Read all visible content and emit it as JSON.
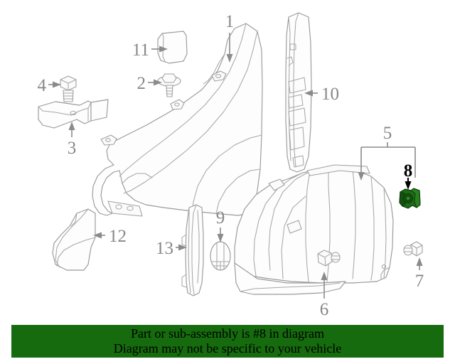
{
  "diagram": {
    "title": "Front fender and liner exploded parts diagram",
    "highlight_color": "#1d6b16",
    "line_color": "#9b9a99",
    "callout_color": "#888786",
    "callouts": [
      {
        "id": "1",
        "label": "1",
        "part": "front-fender-panel",
        "highlighted": false
      },
      {
        "id": "2",
        "label": "2",
        "part": "fender-bolt-flanged",
        "highlighted": false
      },
      {
        "id": "3",
        "label": "3",
        "part": "fender-mounting-bracket",
        "highlighted": false
      },
      {
        "id": "4",
        "label": "4",
        "part": "hex-head-bolt",
        "highlighted": false
      },
      {
        "id": "5",
        "label": "5",
        "part": "front-fender-liner",
        "highlighted": false
      },
      {
        "id": "6",
        "label": "6",
        "part": "liner-screw-lower",
        "highlighted": false
      },
      {
        "id": "7",
        "label": "7",
        "part": "liner-screw-rear",
        "highlighted": false
      },
      {
        "id": "8",
        "label": "8",
        "part": "fender-liner-retainer-clip",
        "highlighted": true
      },
      {
        "id": "9",
        "label": "9",
        "part": "oval-grommet-plug",
        "highlighted": false
      },
      {
        "id": "10",
        "label": "10",
        "part": "fender-side-reinforcement",
        "highlighted": false
      },
      {
        "id": "11",
        "label": "11",
        "part": "fender-access-cover",
        "highlighted": false
      },
      {
        "id": "12",
        "label": "12",
        "part": "fender-filler-wedge",
        "highlighted": false
      },
      {
        "id": "13",
        "label": "13",
        "part": "fender-side-molding",
        "highlighted": false
      }
    ]
  },
  "banner": {
    "background_color": "#156b0d",
    "text_color": "#000000",
    "line1": "Part or sub-assembly is #8 in diagram",
    "line2": "Diagram may not be specific to your vehicle"
  }
}
